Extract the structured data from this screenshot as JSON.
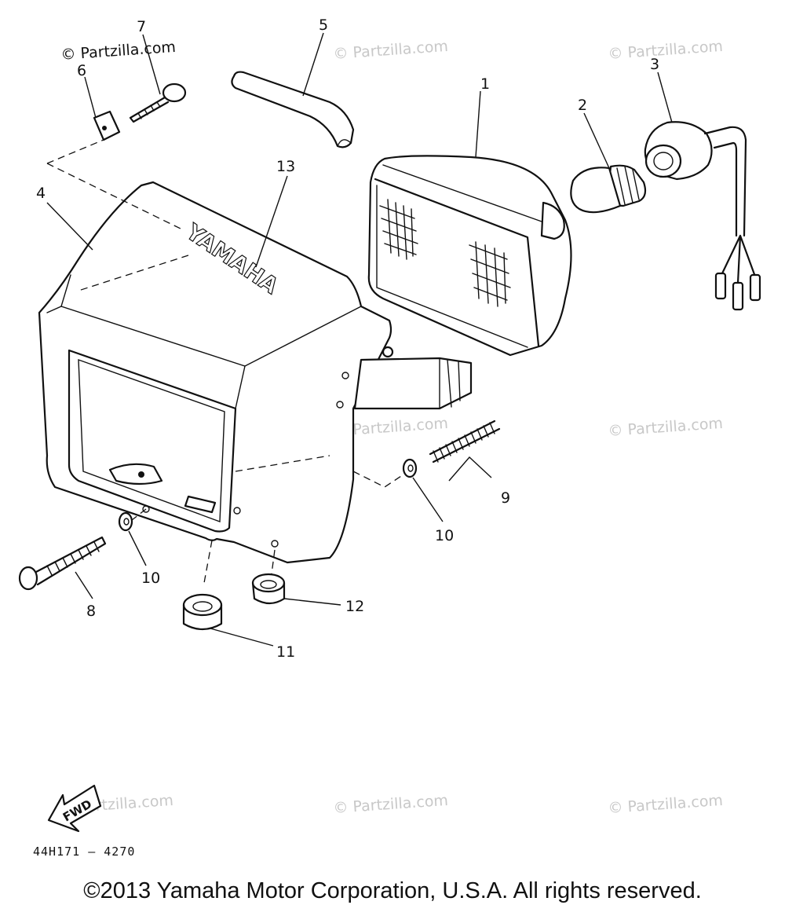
{
  "watermarks": {
    "main": "© Partzilla.com",
    "faded": "© Partzilla.com"
  },
  "callouts": [
    {
      "id": "c1",
      "label": "1"
    },
    {
      "id": "c2",
      "label": "2"
    },
    {
      "id": "c3",
      "label": "3"
    },
    {
      "id": "c4",
      "label": "4"
    },
    {
      "id": "c5",
      "label": "5"
    },
    {
      "id": "c6",
      "label": "6"
    },
    {
      "id": "c7",
      "label": "7"
    },
    {
      "id": "c8",
      "label": "8"
    },
    {
      "id": "c9",
      "label": "9"
    },
    {
      "id": "c10a",
      "label": "10"
    },
    {
      "id": "c10b",
      "label": "10"
    },
    {
      "id": "c11",
      "label": "11"
    },
    {
      "id": "c12",
      "label": "12"
    },
    {
      "id": "c13",
      "label": "13"
    }
  ],
  "cover_brand": "YAMAHA",
  "fwd_label": "FWD",
  "diagram_code": "44H171 — 4270",
  "copyright": "©2013 Yamaha Motor Corporation, U.S.A. All rights reserved."
}
